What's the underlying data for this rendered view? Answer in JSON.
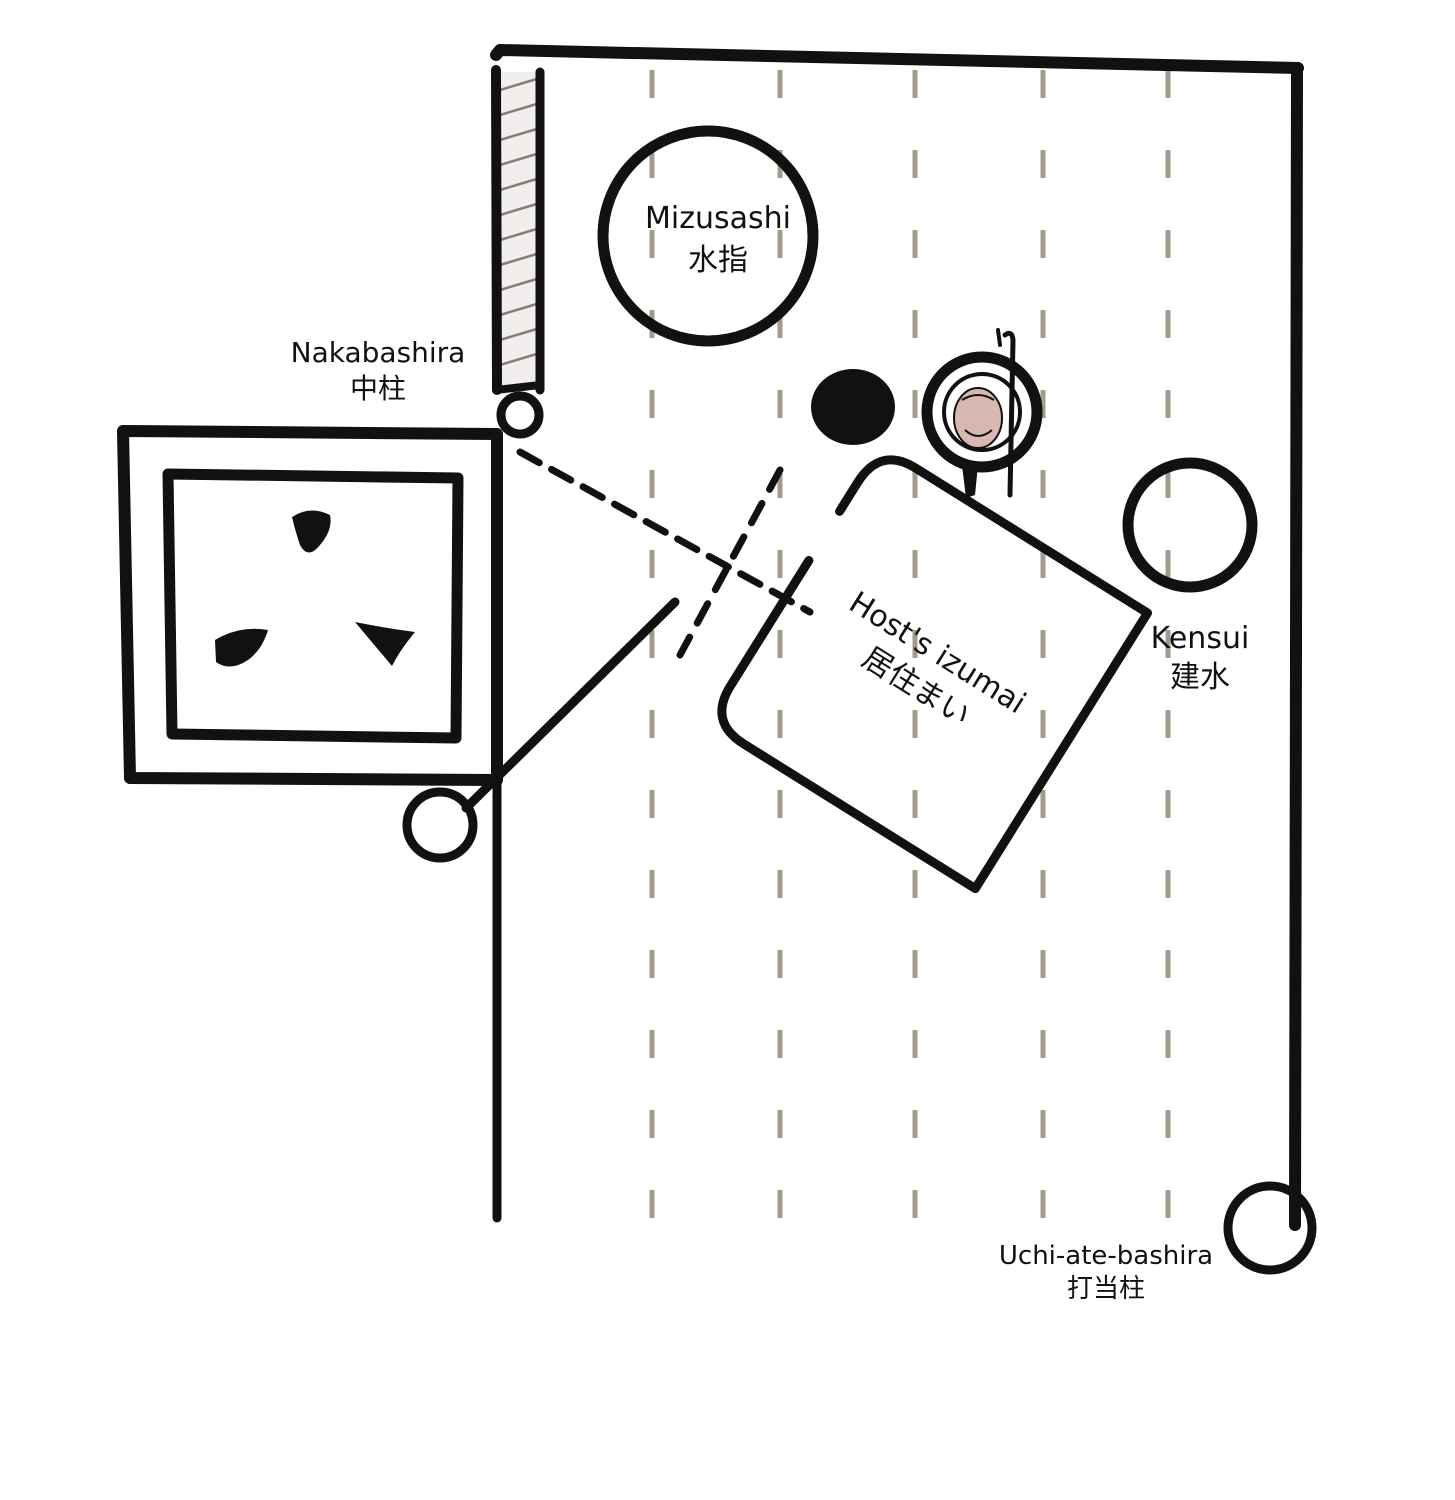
{
  "labels": {
    "mizusashi_en": "Mizusashi",
    "mizusashi_jp": "水指",
    "nakabashira_en": "Nakabashira",
    "nakabashira_jp": "中柱",
    "host_izumai_en": "Host's izumai",
    "host_izumai_jp": "居住まい",
    "kensui_en": "Kensui",
    "kensui_jp": "建水",
    "uchiate_en": "Uchi-ate-bashira",
    "uchiate_jp": "打当柱"
  },
  "colors": {
    "ink": "#111111",
    "tatami_dash": "#a49a8c",
    "wall_hatch": "#8a7a78",
    "tea_bowl_fill": "#d8b8b0",
    "background": "#ffffff"
  }
}
